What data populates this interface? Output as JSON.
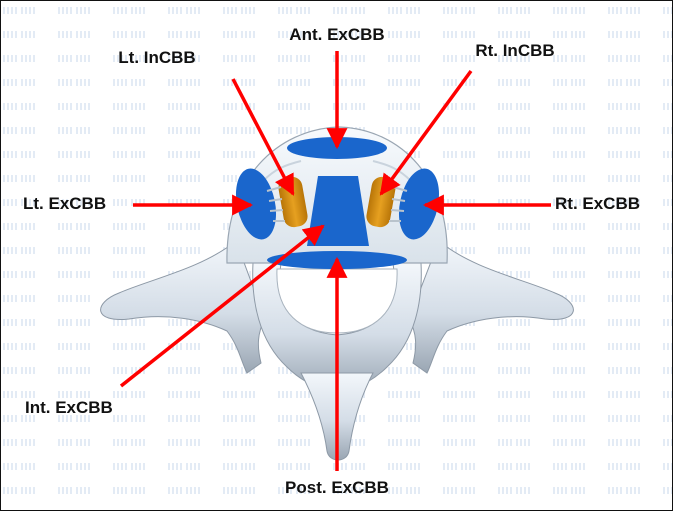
{
  "labels": {
    "ant_excbb": "Ant. ExCBB",
    "lt_incbb": "Lt. InCBB",
    "rt_incbb": "Rt. InCBB",
    "lt_excbb": "Lt. ExCBB",
    "rt_excbb": "Rt. ExCBB",
    "int_excbb": "Int. ExCBB",
    "post_excbb": "Post. ExCBB"
  },
  "colors": {
    "arrow": "#ff0000",
    "excbb_region": "#1a66cc",
    "incbb_region": "#d9900f",
    "bone": "#dde6ee",
    "background_pattern": "#e6eef8"
  }
}
